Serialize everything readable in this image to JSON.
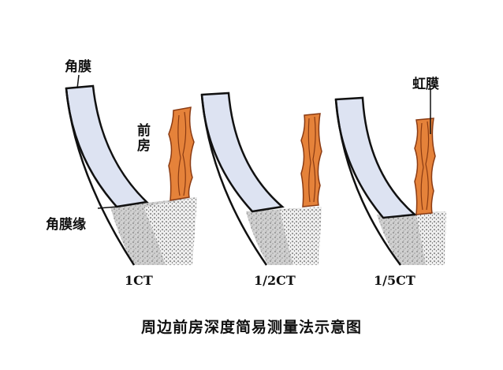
{
  "labels": {
    "cornea": "角膜",
    "anterior_chamber": "前房",
    "limbus": "角膜缘",
    "iris": "虹膜"
  },
  "panels": [
    {
      "ratio_label": "1CT",
      "depth_ratio": 1
    },
    {
      "ratio_label": "1/2CT",
      "depth_ratio": 0.5
    },
    {
      "ratio_label": "1/5CT",
      "depth_ratio": 0.2
    }
  ],
  "caption": "周边前房深度简易测量法示意图",
  "colors": {
    "cornea_fill": "#dde3f2",
    "iris_fill": "#e5823a",
    "iris_stroke": "#8a3a12",
    "sclera_fill": "#c9c9c9",
    "angle_fill": "#f1f1f1"
  }
}
